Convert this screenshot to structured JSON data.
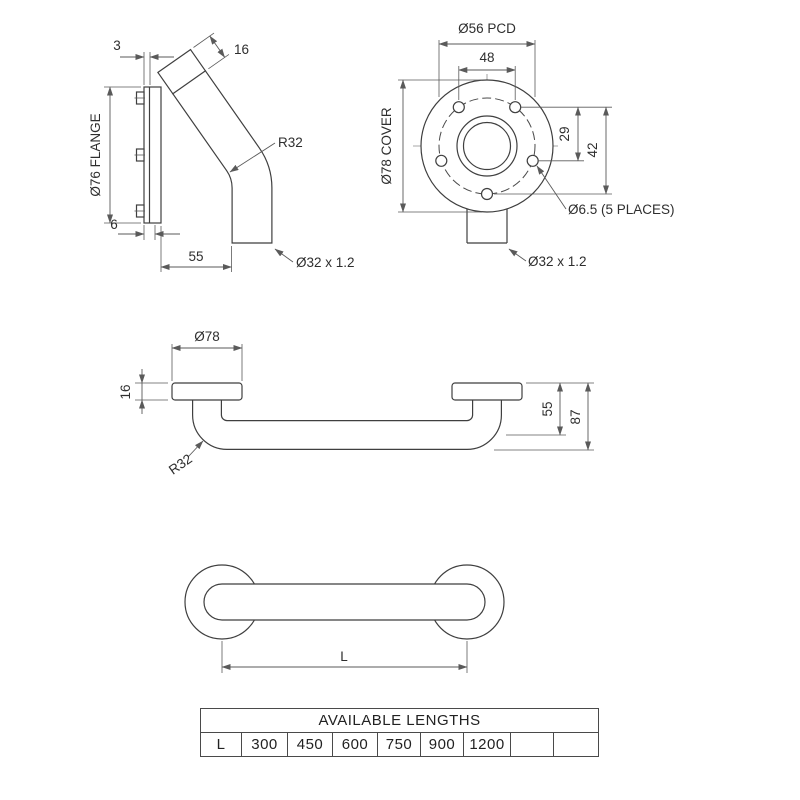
{
  "drawing": {
    "view_flange_side": {
      "dim_plate_thickness": "3",
      "dim_cover_16": "16",
      "dim_flange_dia": "Ø76 FLANGE",
      "dim_bend_radius": "R32",
      "dim_gap_6": "6",
      "dim_offset_55": "55",
      "dim_tube": "Ø32 x 1.2"
    },
    "view_flange_front": {
      "dim_pcd": "Ø56 PCD",
      "dim_hole_spacing": "48",
      "dim_cover_dia": "Ø78 COVER",
      "dim_vert_29": "29",
      "dim_vert_42": "42",
      "dim_holes": "Ø6.5 (5 PLACES)",
      "dim_tube": "Ø32 x 1.2"
    },
    "view_rail_side": {
      "dim_cover_dia": "Ø78",
      "dim_cover_thickness": "16",
      "dim_bend_radius": "R32",
      "dim_height_55": "55",
      "dim_height_87": "87"
    },
    "view_rail_plan": {
      "dim_length": "L"
    }
  },
  "table": {
    "title": "AVAILABLE LENGTHS",
    "row_label": "L",
    "lengths": [
      "300",
      "450",
      "600",
      "750",
      "900",
      "1200"
    ]
  }
}
